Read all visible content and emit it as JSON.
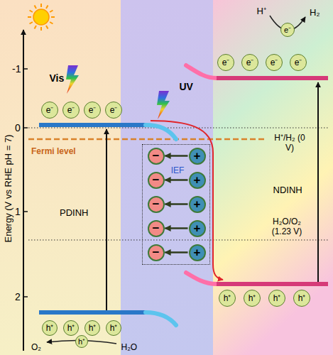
{
  "diagram": {
    "nodes": [
      {
        "text": [
          "e⁻"
        ]
      },
      {
        "text": [
          "e⁻"
        ]
      },
      {
        "text": [
          "e⁻"
        ]
      },
      {
        "text": [
          "e⁻"
        ]
      },
      {
        "text": [
          "e⁻"
        ]
      },
      {
        "text": [
          "e⁻"
        ]
      },
      {
        "text": [
          "e⁻"
        ]
      },
      {
        "text": [
          "e⁻"
        ]
      },
      {
        "text": [
          "e⁻"
        ]
      },
      {
        "text": [
          "IEF"
        ]
      },
      {
        "text": [
          "−"
        ],
        "in": 9
      },
      {
        "text": [
          "+"
        ],
        "in": 9
      },
      {
        "text": [
          "−"
        ],
        "in": 9
      },
      {
        "text": [
          "+"
        ],
        "in": 9
      },
      {
        "text": [
          "−"
        ],
        "in": 9
      },
      {
        "text": [
          "+"
        ],
        "in": 9
      },
      {
        "text": [
          "−"
        ],
        "in": 9
      },
      {
        "text": [
          "+"
        ],
        "in": 9
      },
      {
        "text": [
          "−"
        ],
        "in": 9
      },
      {
        "text": [
          "+"
        ],
        "in": 9
      },
      {
        "text": [
          "h⁺"
        ]
      },
      {
        "text": [
          "h⁺"
        ]
      },
      {
        "text": [
          "h⁺"
        ]
      },
      {
        "text": [
          "h⁺"
        ]
      },
      {
        "text": [
          "h⁺"
        ]
      },
      {
        "text": [
          "h⁺"
        ]
      },
      {
        "text": [
          "h⁺"
        ]
      },
      {
        "text": [
          "h⁺"
        ]
      },
      {
        "text": [
          "h⁺"
        ]
      }
    ],
    "edges": [
      {
        "from": 11,
        "to": 10,
        "arrow": "to"
      },
      {
        "from": 13,
        "to": 12,
        "arrow": "to"
      },
      {
        "from": 15,
        "to": 14,
        "arrow": "to"
      },
      {
        "from": 17,
        "to": 16,
        "arrow": "to"
      },
      {
        "from": 19,
        "to": 18,
        "arrow": "to"
      }
    ],
    "labels": [
      "Energy (V vs RHE pH = 7)",
      "-1",
      "0",
      "1",
      "2",
      "Vis",
      "UV",
      "H⁺",
      "H₂",
      "Fermi level",
      "PDINH",
      "NDINH",
      "H⁺/H₂ (0 V)",
      "H₂O/O₂ (1.23 V)",
      "O₂",
      "H₂O"
    ]
  }
}
